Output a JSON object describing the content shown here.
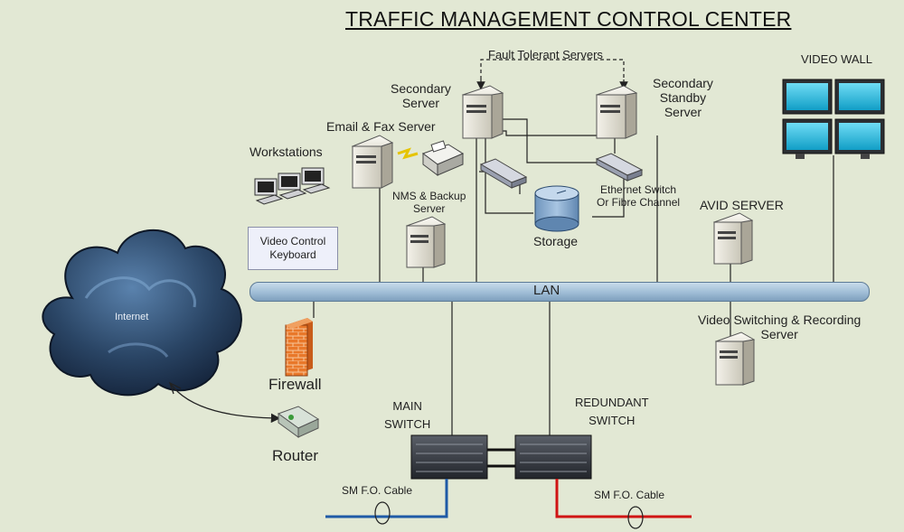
{
  "title": "TRAFFIC MANAGEMENT CONTROL CENTER",
  "labels": {
    "fault_tolerant": "Fault Tolerant Servers",
    "secondary_server": [
      "Secondary",
      "Server"
    ],
    "secondary_standby": [
      "Secondary",
      "Standby",
      "Server"
    ],
    "video_wall": "VIDEO WALL",
    "email_fax": "Email & Fax Server",
    "workstations": "Workstations",
    "video_control": [
      "Video Control",
      "Keyboard"
    ],
    "nms_backup": [
      "NMS & Backup",
      "Server"
    ],
    "ethernet_switch": [
      "Ethernet Switch",
      "Or Fibre Channel"
    ],
    "storage": "Storage",
    "avid_server": "AVID SERVER",
    "lan": "LAN",
    "internet": "Internet",
    "firewall": "Firewall",
    "router": "Router",
    "video_switching": [
      "Video Switching & Recording",
      "Server"
    ],
    "main_switch": [
      "MAIN",
      "SWITCH"
    ],
    "redundant_switch": [
      "REDUNDANT",
      "SWITCH"
    ],
    "sm_fo_cable_left": "SM F.O. Cable",
    "sm_fo_cable_right": "SM F.O. Cable"
  },
  "colors": {
    "background": "#e2e8d4",
    "lan_bar": "#9fbdd6",
    "cable_blue": "#1f5aa6",
    "cable_red": "#d01414",
    "screen": "#23b6dc",
    "cloud": "#1f3550"
  },
  "icons": [
    "server-icon",
    "fax-icon",
    "workstation-icon",
    "storage-icon",
    "network-switch-icon",
    "video-wall-icon",
    "cloud-icon",
    "firewall-icon",
    "router-icon",
    "core-switch-icon"
  ]
}
